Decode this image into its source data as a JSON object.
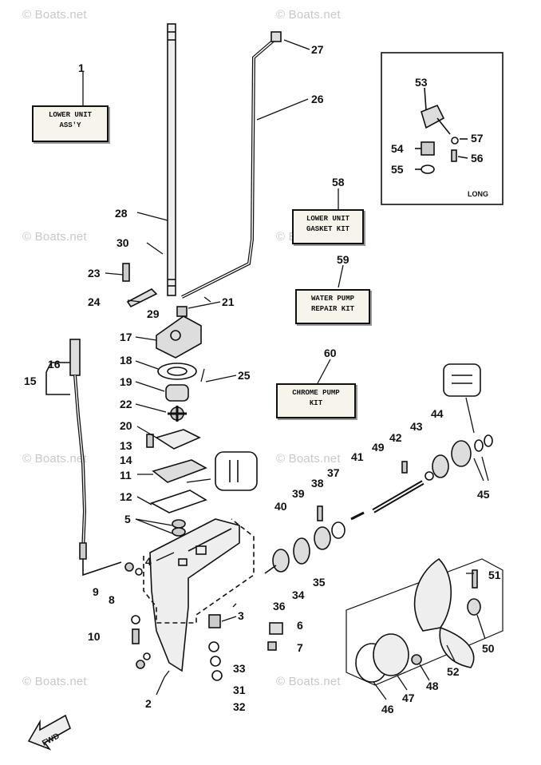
{
  "watermark": "© Boats.net",
  "boxes": {
    "lower_unit_assy": [
      "LOWER UNIT",
      "ASS'Y"
    ],
    "gasket_kit": [
      "LOWER UNIT",
      "GASKET KIT"
    ],
    "water_pump_repair_kit": [
      "WATER PUMP",
      "REPAIR KIT"
    ],
    "chrome_pump_kit": [
      "CHROME PUMP",
      "KIT"
    ]
  },
  "inset_label": "LONG",
  "fwd_label": "FWD",
  "callouts": [
    "1",
    "2",
    "3",
    "4",
    "5",
    "6",
    "7",
    "8",
    "9",
    "10",
    "11",
    "12",
    "13",
    "14",
    "15",
    "16",
    "17",
    "18",
    "19",
    "20",
    "21",
    "22",
    "23",
    "24",
    "25",
    "26",
    "27",
    "28",
    "29",
    "30",
    "31",
    "32",
    "33",
    "34",
    "35",
    "36",
    "37",
    "38",
    "39",
    "40",
    "41",
    "42",
    "43",
    "44",
    "45",
    "46",
    "47",
    "48",
    "49",
    "50",
    "51",
    "52",
    "53",
    "54",
    "55",
    "56",
    "57",
    "58",
    "59",
    "60"
  ],
  "colors": {
    "ink": "#111111",
    "watermark": "#c8c8c8",
    "paper": "#ffffff"
  }
}
